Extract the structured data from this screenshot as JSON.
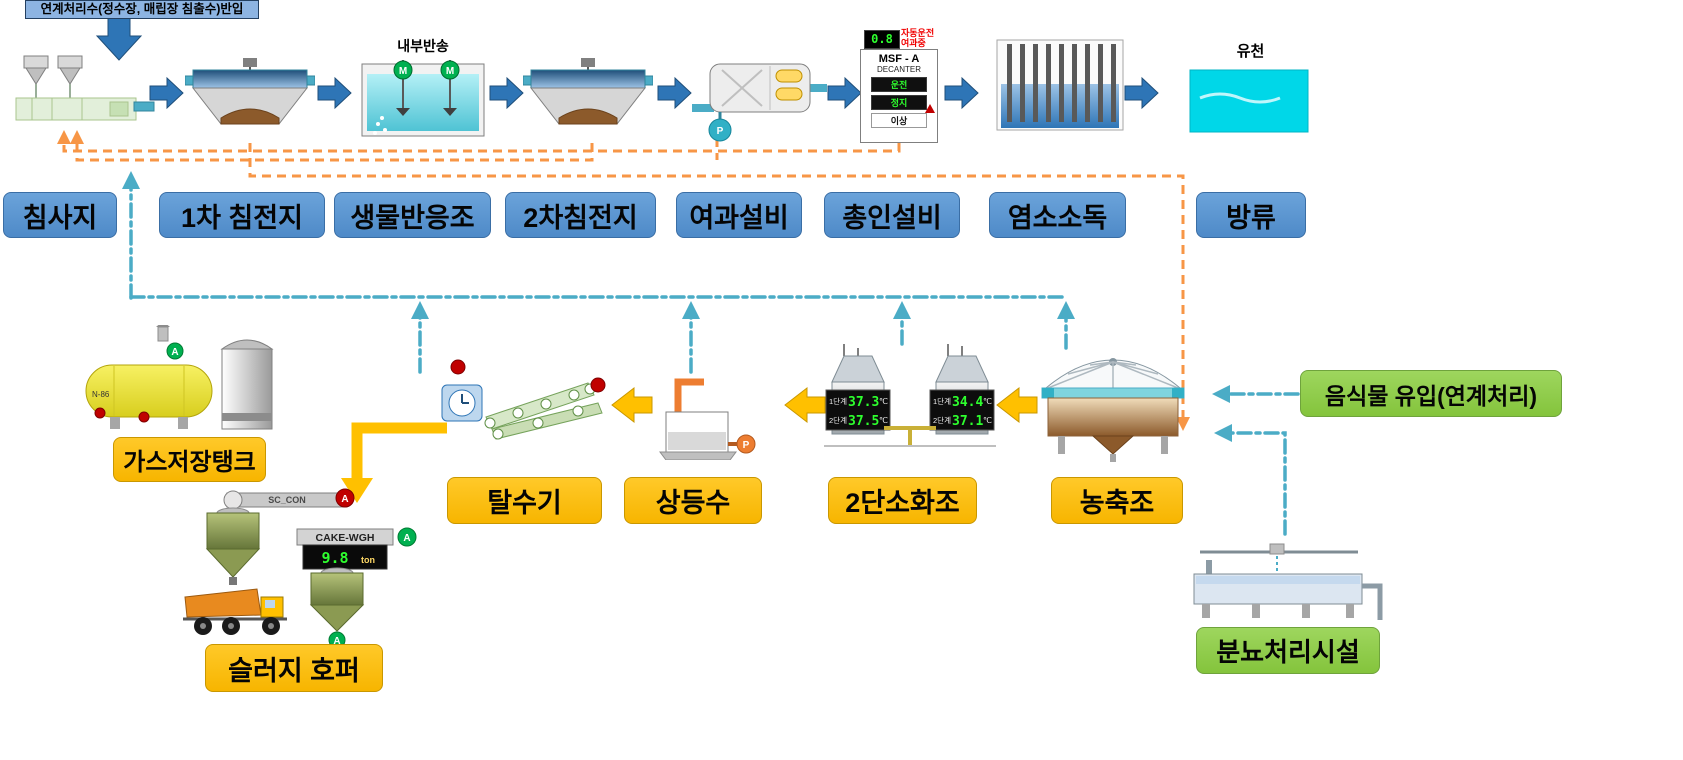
{
  "note": "연계처리수(정수장, 매립장 침출수)반입",
  "stages": {
    "grit": "침사지",
    "primary": "1차 침전지",
    "bio": "생물반응조",
    "secondary": "2차침전지",
    "filter": "여과설비",
    "phosphorus": "총인설비",
    "chlorine": "염소소독",
    "discharge": "방류"
  },
  "annotations": {
    "internal_recycle": "내부반송",
    "outfall": "유천"
  },
  "letters": {
    "mixer": "M",
    "pump": "P"
  },
  "phos_panel": {
    "value": "0.8",
    "auto1": "자동운전",
    "auto2": "여과중",
    "name": "MSF - A",
    "type": "DECANTER",
    "status1": "운전",
    "status2": "정지",
    "status3": "이상"
  },
  "sludge": {
    "gas_tank": "가스저장탱크",
    "dewater": "탈수기",
    "supernatant": "상등수",
    "digester": "2단소화조",
    "thickener": "농축조",
    "hopper": "슬러지 호퍼"
  },
  "external": {
    "food": "음식물 유입(연계처리)",
    "nightsoil": "분뇨처리시설"
  },
  "digester_display": {
    "left": {
      "l1": "1단계",
      "v1": "37.3",
      "l2": "2단계",
      "v2": "37.5",
      "unit": "℃"
    },
    "right": {
      "l1": "1단계",
      "v1": "34.4",
      "l2": "2단계",
      "v2": "37.1",
      "unit": "℃"
    }
  },
  "hopper_display": {
    "conveyor": "SC_CON",
    "scale_name": "CAKE-WGH",
    "scale_value": "9.8",
    "scale_unit": "ton",
    "badge": "A"
  },
  "gas_display": {
    "tag": "N-86",
    "badge": "A"
  },
  "colors": {
    "stage_label": "#5B9BD5",
    "sludge_label": "#FFC000",
    "external_label": "#92D050",
    "return_line": "#4BACC6",
    "sludge_line": "#F79646",
    "flow_arrow": "#2E75B6"
  }
}
